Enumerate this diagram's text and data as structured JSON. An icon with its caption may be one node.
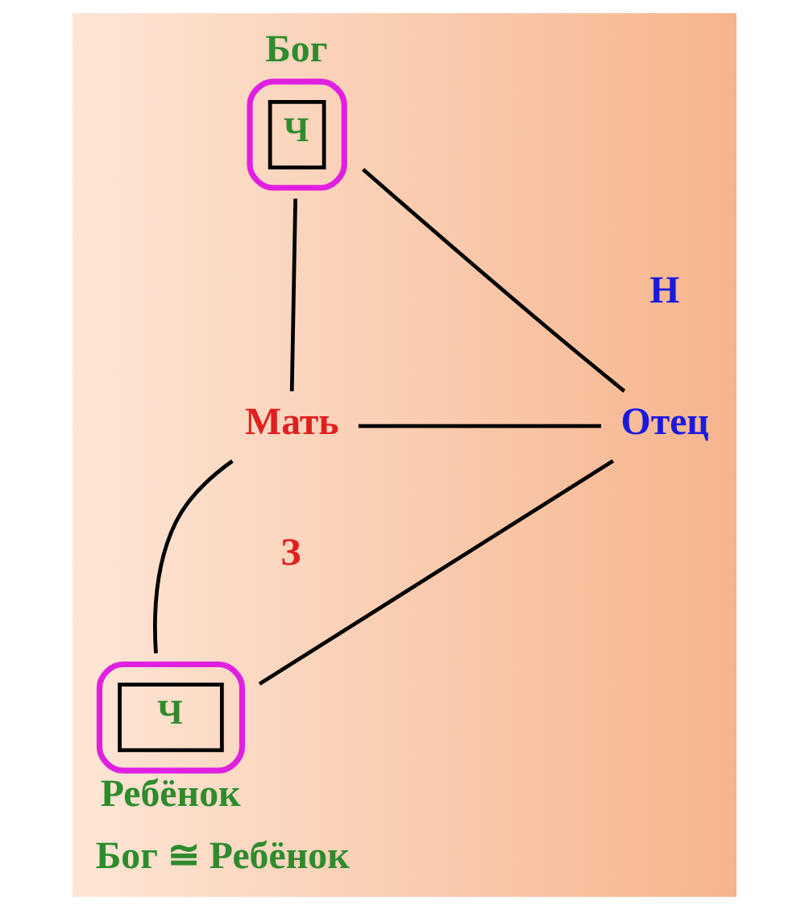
{
  "diagram": {
    "caption": "Бог ≅ Ребёнок",
    "nodes": [
      {
        "text": [
          "Бог",
          "Ч"
        ]
      },
      {
        "text": [
          "Мать"
        ]
      },
      {
        "text": [
          "Отец"
        ]
      },
      {
        "text": [
          "Ч",
          "Ребёнок"
        ]
      }
    ],
    "edges": [
      {
        "from": 1,
        "to": 0,
        "arrow": "none"
      },
      {
        "from": 0,
        "to": 2,
        "arrow": "none"
      },
      {
        "from": 1,
        "to": 2,
        "arrow": "none"
      },
      {
        "from": 1,
        "to": 3,
        "arrow": "none"
      },
      {
        "from": 3,
        "to": 2,
        "arrow": "none"
      }
    ],
    "labels": [
      "Н",
      "З"
    ]
  }
}
